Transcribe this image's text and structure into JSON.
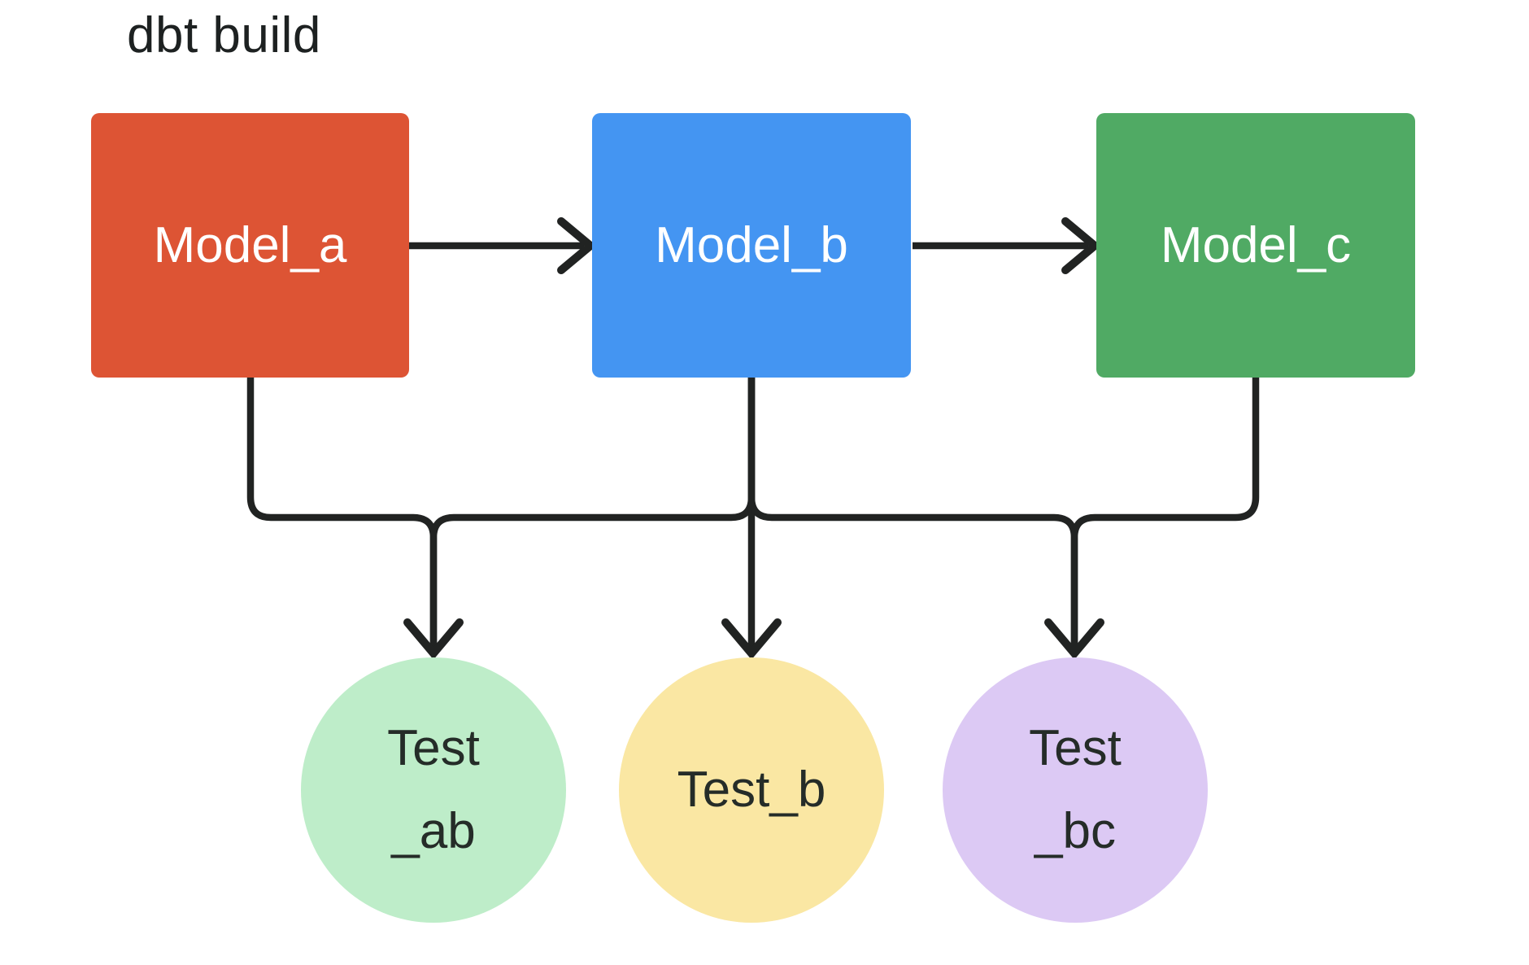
{
  "title": "dbt build",
  "colors": {
    "background": "#ffffff",
    "connector": "#212322",
    "title_text": "#1d2121",
    "node_text_light": "#ffffff",
    "node_text_dark": "#252c28"
  },
  "nodes": {
    "models": [
      {
        "id": "model_a",
        "label": "Model_a",
        "shape": "rectangle",
        "color": "#dd5434"
      },
      {
        "id": "model_b",
        "label": "Model_b",
        "shape": "rectangle",
        "color": "#4495f2"
      },
      {
        "id": "model_c",
        "label": "Model_c",
        "shape": "rectangle",
        "color": "#50aa64"
      }
    ],
    "tests": [
      {
        "id": "test_ab",
        "lines": [
          "Test",
          "_ab"
        ],
        "shape": "circle",
        "color": "#beedc9"
      },
      {
        "id": "test_b",
        "lines": [
          "Test_b"
        ],
        "shape": "circle",
        "color": "#fae7a3"
      },
      {
        "id": "test_bc",
        "lines": [
          "Test",
          "_bc"
        ],
        "shape": "circle",
        "color": "#dcc9f4"
      }
    ]
  },
  "edges": [
    {
      "from": "model_a",
      "to": "model_b",
      "type": "arrow"
    },
    {
      "from": "model_b",
      "to": "model_c",
      "type": "arrow"
    },
    {
      "from": "model_a",
      "to": "test_ab",
      "type": "arrow"
    },
    {
      "from": "model_b",
      "to": "test_ab",
      "type": "arrow"
    },
    {
      "from": "model_b",
      "to": "test_b",
      "type": "arrow"
    },
    {
      "from": "model_b",
      "to": "test_bc",
      "type": "arrow"
    },
    {
      "from": "model_c",
      "to": "test_bc",
      "type": "arrow"
    }
  ]
}
